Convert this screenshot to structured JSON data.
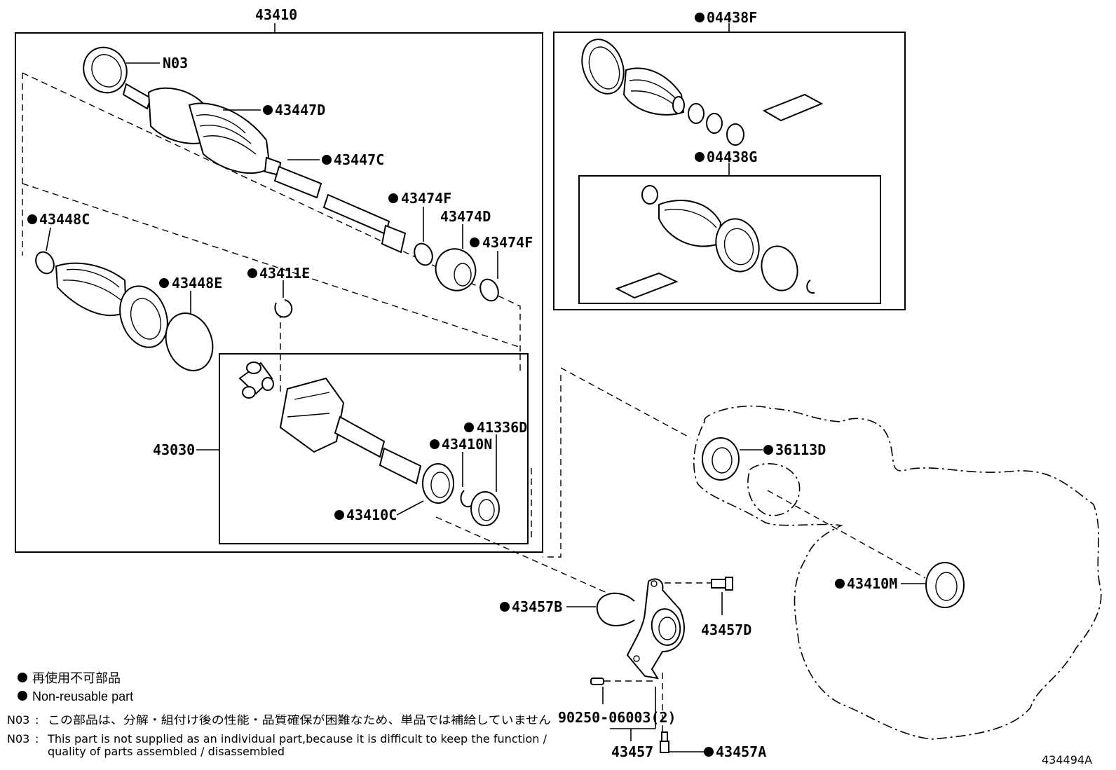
{
  "labels": {
    "assy": "43410",
    "n03": "N03",
    "boot_clamp_d": "43447D",
    "boot_clamp_c": "43447C",
    "snap_f_upper": "43474F",
    "damper": "43474D",
    "snap_f_lower": "43474F",
    "clamp_c": "43448C",
    "clamp_e": "43448E",
    "snap_ring_e": "43411E",
    "inboard_joint": "43030",
    "bearing_seal_d": "41336D",
    "snap_n": "43410N",
    "bearing_c": "43410C",
    "boot_kit_f": "04438F",
    "boot_kit_g": "04438G",
    "oil_seal_d": "36113D",
    "oil_seal_m": "43410M",
    "snap_ring_b": "43457B",
    "bolt_d": "43457D",
    "pin": "90250-06003(2)",
    "bracket": "43457",
    "bolt_a": "43457A",
    "figure_id": "434494A"
  },
  "legend": {
    "jp": "再使用不可部品",
    "en": "Non-reusable part"
  },
  "notes": {
    "n03_key": "N03",
    "sep": ":",
    "jp": "この部品は、分解・組付け後の性能・品質確保が困難なため、単品では補給していません",
    "en_line1": "This part is not supplied as an individual part,because it is difficult to keep the function /",
    "en_line2": "quality of parts assembled / disassembled"
  }
}
